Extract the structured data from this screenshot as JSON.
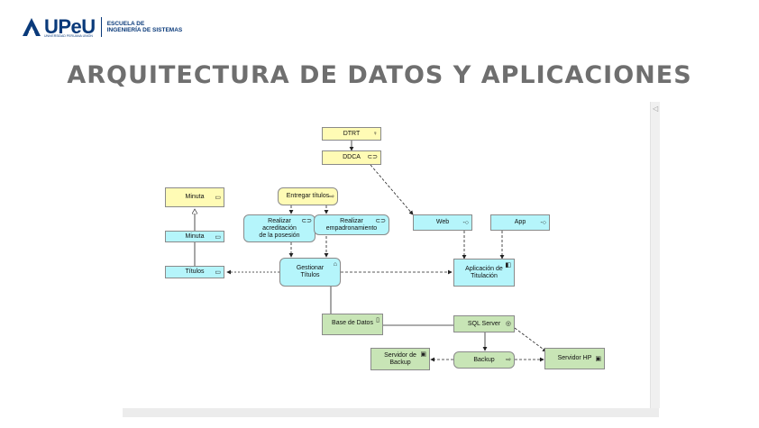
{
  "header": {
    "logo_text": "UPeU",
    "logo_subtext": "UNIVERSIDAD PERUANA UNIÓN",
    "school_line1": "ESCUELA DE",
    "school_line2": "INGENIERÍA DE SISTEMAS"
  },
  "title": "ARQUITECTURA DE DATOS Y APLICACIONES",
  "diagram": {
    "nodes": {
      "dtrt": {
        "label": "DTRT",
        "icon": "actor-icon"
      },
      "ddca": {
        "label": "DDCA",
        "icon": "role-icon"
      },
      "minuta_top": {
        "label": "Minuta",
        "icon": "business-object-icon"
      },
      "entregar": {
        "label": "Entregar títulos",
        "icon": "process-icon"
      },
      "acreditacion": {
        "label": "Realizar\nacreditación\nde la posesión",
        "icon": "service-icon"
      },
      "empadronamiento": {
        "label": "Realizar\nempadronamiento",
        "icon": "service-icon"
      },
      "web": {
        "label": "Web",
        "icon": "interface-icon"
      },
      "app": {
        "label": "App",
        "icon": "interface-icon"
      },
      "minuta_mid": {
        "label": "Minuta",
        "icon": "data-object-icon"
      },
      "titulos": {
        "label": "Títulos",
        "icon": "data-object-icon"
      },
      "gestionar": {
        "label": "Gestionar\nTítulos",
        "icon": "function-icon"
      },
      "aplicacion": {
        "label": "Aplicación de\nTitulación",
        "icon": "component-icon"
      },
      "base_datos": {
        "label": "Base de Datos",
        "icon": "artifact-icon"
      },
      "sql_server": {
        "label": "SQL Server",
        "icon": "system-software-icon"
      },
      "servidor_backup": {
        "label": "Servidor de\nBackup",
        "icon": "device-icon"
      },
      "backup": {
        "label": "Backup",
        "icon": "tech-process-icon"
      },
      "servidor_hp": {
        "label": "Servidor HP",
        "icon": "device-icon"
      }
    }
  },
  "colors": {
    "business": "#fffbb5",
    "application": "#b5f5fb",
    "technology": "#c8e5b6",
    "title": "#6f6f6f",
    "brand": "#0a3a7a"
  }
}
